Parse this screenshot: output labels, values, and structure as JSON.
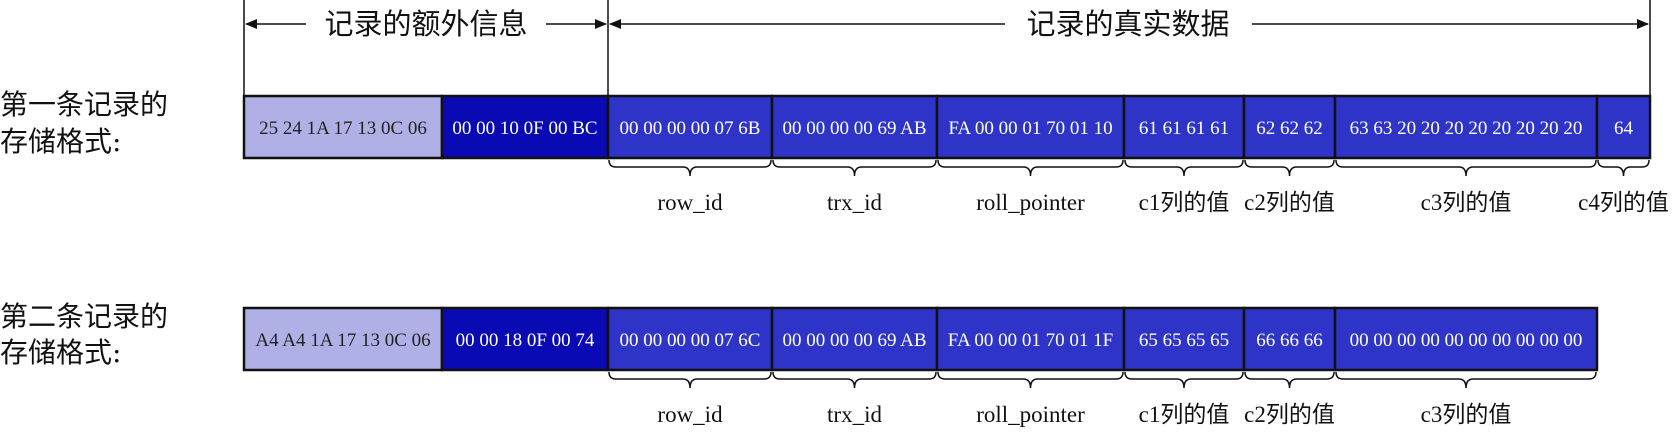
{
  "header": {
    "extra_info": "记录的额外信息",
    "real_data": "记录的真实数据"
  },
  "colors": {
    "light": "#aeb0e6",
    "dark": "#0a0ab4",
    "mid": "#2f34c8",
    "stroke": "#111111"
  },
  "records": [
    {
      "label_line1": "第一条记录的",
      "label_line2": "存储格式:",
      "cells": [
        {
          "text": "25 24 1A 17 13 0C 06",
          "kind": "light"
        },
        {
          "text": "00 00 10 0F 00 BC",
          "kind": "dark"
        },
        {
          "text": "00 00 00 00 07 6B",
          "kind": "mid"
        },
        {
          "text": "00 00 00 00 69 AB",
          "kind": "mid"
        },
        {
          "text": "FA 00 00 01 70 01 10",
          "kind": "mid"
        },
        {
          "text": "61 61 61 61",
          "kind": "mid"
        },
        {
          "text": "62 62 62",
          "kind": "mid"
        },
        {
          "text": "63 63 20 20 20 20 20 20 20 20",
          "kind": "mid"
        },
        {
          "text": "64",
          "kind": "mid"
        }
      ],
      "columns": [
        "row_id",
        "trx_id",
        "roll_pointer",
        "c1列的值",
        "c2列的值",
        "c3列的值",
        "c4列的值"
      ]
    },
    {
      "label_line1": "第二条记录的",
      "label_line2": "存储格式:",
      "cells": [
        {
          "text": "A4 A4 1A 17 13 0C 06",
          "kind": "light"
        },
        {
          "text": "00 00 18 0F 00 74",
          "kind": "dark"
        },
        {
          "text": "00 00 00 00 07 6C",
          "kind": "mid"
        },
        {
          "text": "00 00 00 00 69 AB",
          "kind": "mid"
        },
        {
          "text": "FA 00 00 01 70 01 1F",
          "kind": "mid"
        },
        {
          "text": "65 65 65 65",
          "kind": "mid"
        },
        {
          "text": "66 66 66",
          "kind": "mid"
        },
        {
          "text": "00 00 00 00 00 00 00 00 00 00",
          "kind": "mid"
        }
      ],
      "columns": [
        "row_id",
        "trx_id",
        "roll_pointer",
        "c1列的值",
        "c2列的值",
        "c3列的值"
      ]
    }
  ]
}
